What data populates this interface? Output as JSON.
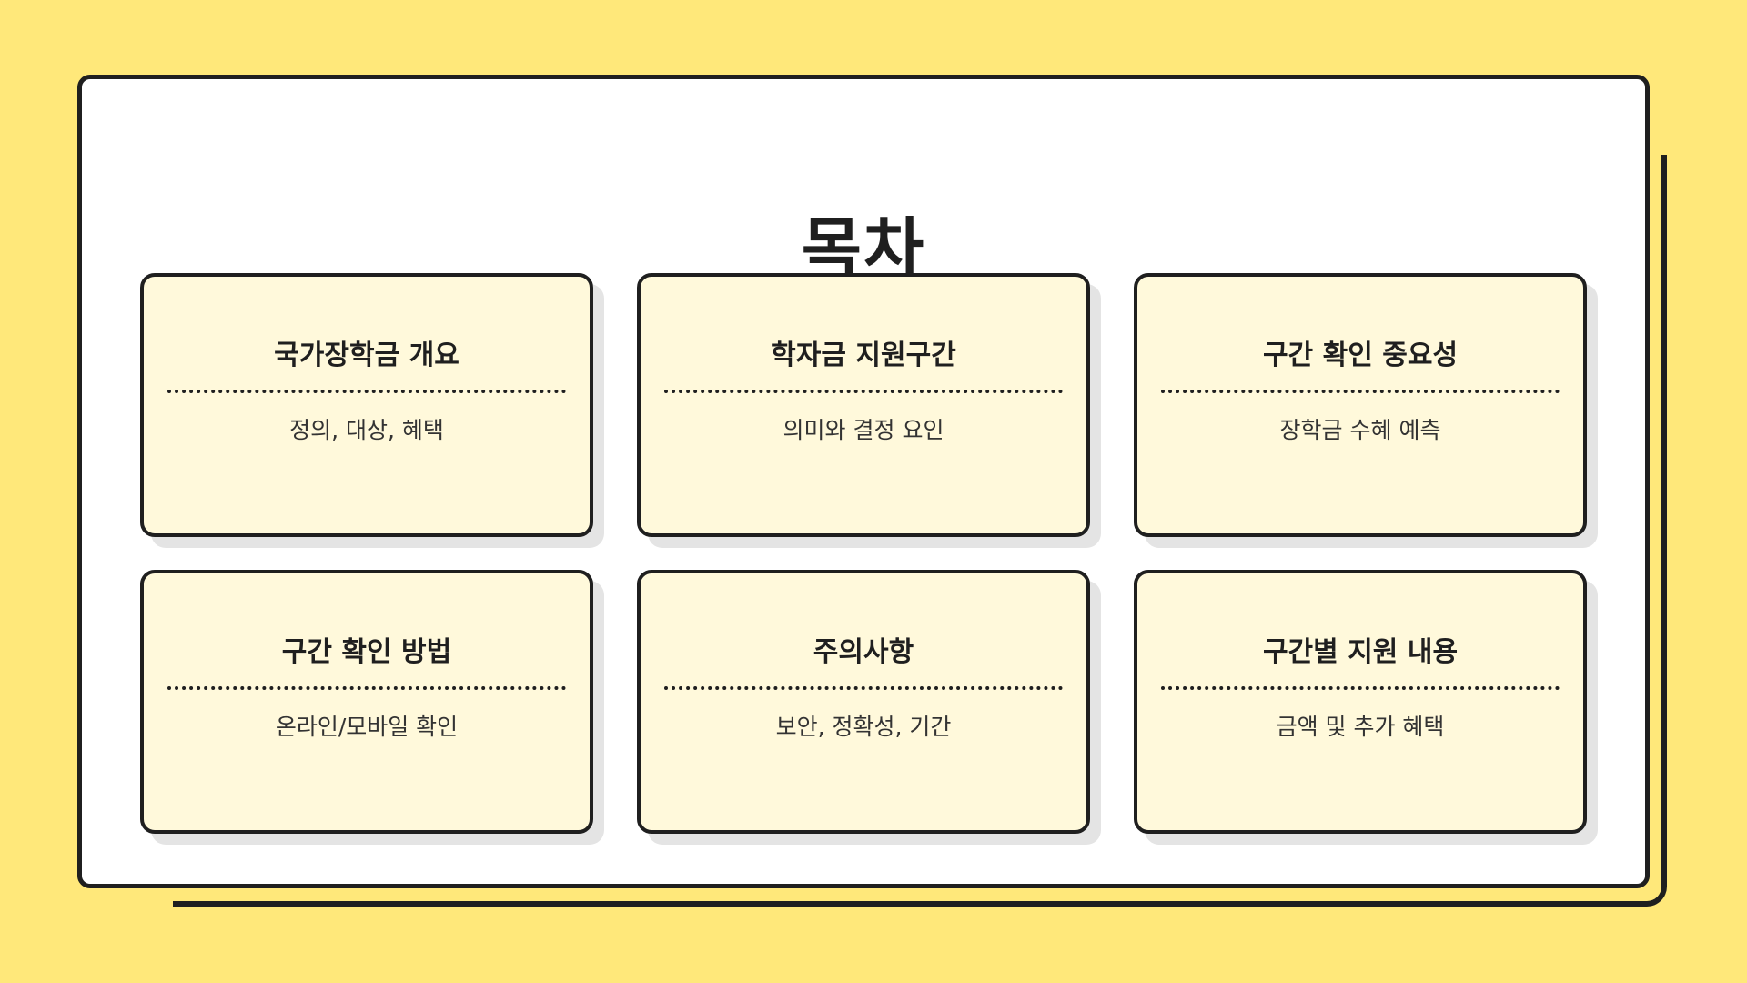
{
  "page": {
    "title": "목차",
    "colors": {
      "background": "#FFE87A",
      "panel": "#FFFFFF",
      "card": "#FFF9DB",
      "border": "#1F1F1F"
    }
  },
  "cards": [
    {
      "title": "국가장학금 개요",
      "subtitle": "정의, 대상, 혜택"
    },
    {
      "title": "학자금 지원구간",
      "subtitle": "의미와 결정 요인"
    },
    {
      "title": "구간 확인 중요성",
      "subtitle": "장학금 수혜 예측"
    },
    {
      "title": "구간 확인 방법",
      "subtitle": "온라인/모바일 확인"
    },
    {
      "title": "주의사항",
      "subtitle": "보안, 정확성, 기간"
    },
    {
      "title": "구간별 지원 내용",
      "subtitle": "금액 및 추가 혜택"
    }
  ]
}
